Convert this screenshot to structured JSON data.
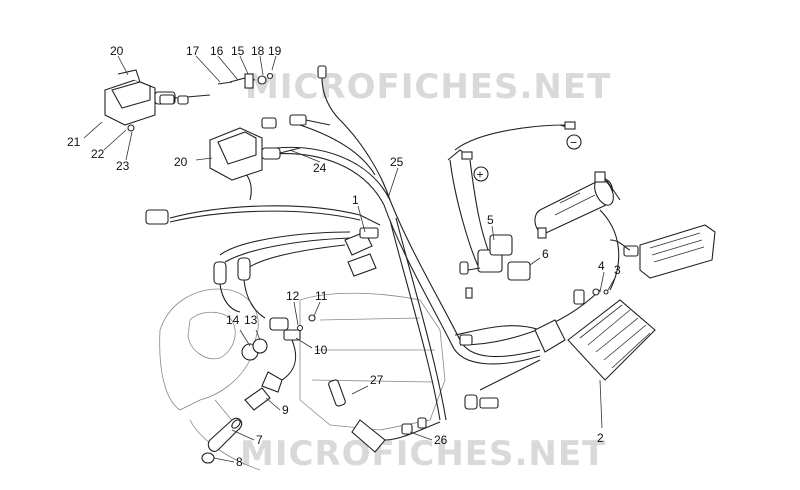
{
  "watermark": {
    "top": "MICROFICHES.NET",
    "bottom": "MICROFICHES.NET"
  },
  "part_labels": [
    "20",
    "17",
    "16",
    "15",
    "18",
    "19",
    "21",
    "22",
    "23",
    "20",
    "24",
    "25",
    "1",
    "5",
    "6",
    "4",
    "3",
    "12",
    "11",
    "14",
    "13",
    "10",
    "9",
    "7",
    "8",
    "27",
    "26",
    "2"
  ],
  "polarity": {
    "negative": "−",
    "positive": "+"
  }
}
